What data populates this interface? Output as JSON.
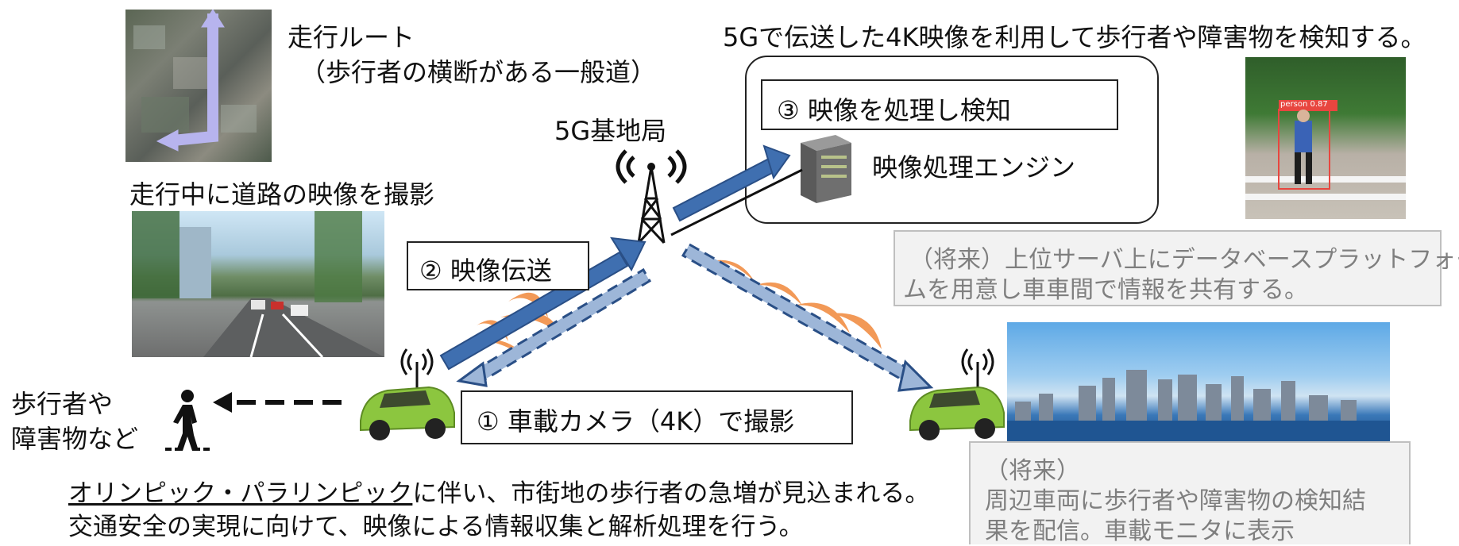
{
  "route": {
    "title": "走行ルート",
    "subtitle": "（歩行者の横断がある一般道）"
  },
  "shooting_caption": "走行中に道路の映像を撮影",
  "base_station_label": "5G基地局",
  "top_caption": "5Gで伝送した4K映像を利用して歩行者や障害物を検知する。",
  "step3": {
    "label": "③ 映像を処理し検知"
  },
  "engine_label": "映像処理エンジン",
  "step2": {
    "label": "② 映像伝送"
  },
  "step1": {
    "label": "① 車載カメラ（4K）で撮影"
  },
  "pedestrian_label": {
    "line1": "歩行者や",
    "line2": "障害物など"
  },
  "future_sharing": {
    "line1": "（将来）上位サーバ上にデータベースプラットフォー",
    "line2": "ムを用意し車車間で情報を共有する。"
  },
  "future_delivery": {
    "line1": "（将来）",
    "line2": "周辺車両に歩行者や障害物の検知結",
    "line3": "果を配信。車載モニタに表示"
  },
  "bottom_text": {
    "underlined": "オリンピック・パラリンピック",
    "rest": "に伴い、市街地の歩行者の急増が見込まれる。",
    "line2": "交通安全の実現に向けて、映像による情報収集と解析処理を行う。"
  },
  "detection_tag": "person 0.87",
  "colors": {
    "arrow_blue": "#3f6fb0",
    "arrow_light": "#9db6d8",
    "wave_orange": "#f0883a",
    "car_green": "#8cc63f",
    "gray_text": "#7f7f7f",
    "route_arrow": "#b7b4ee"
  }
}
